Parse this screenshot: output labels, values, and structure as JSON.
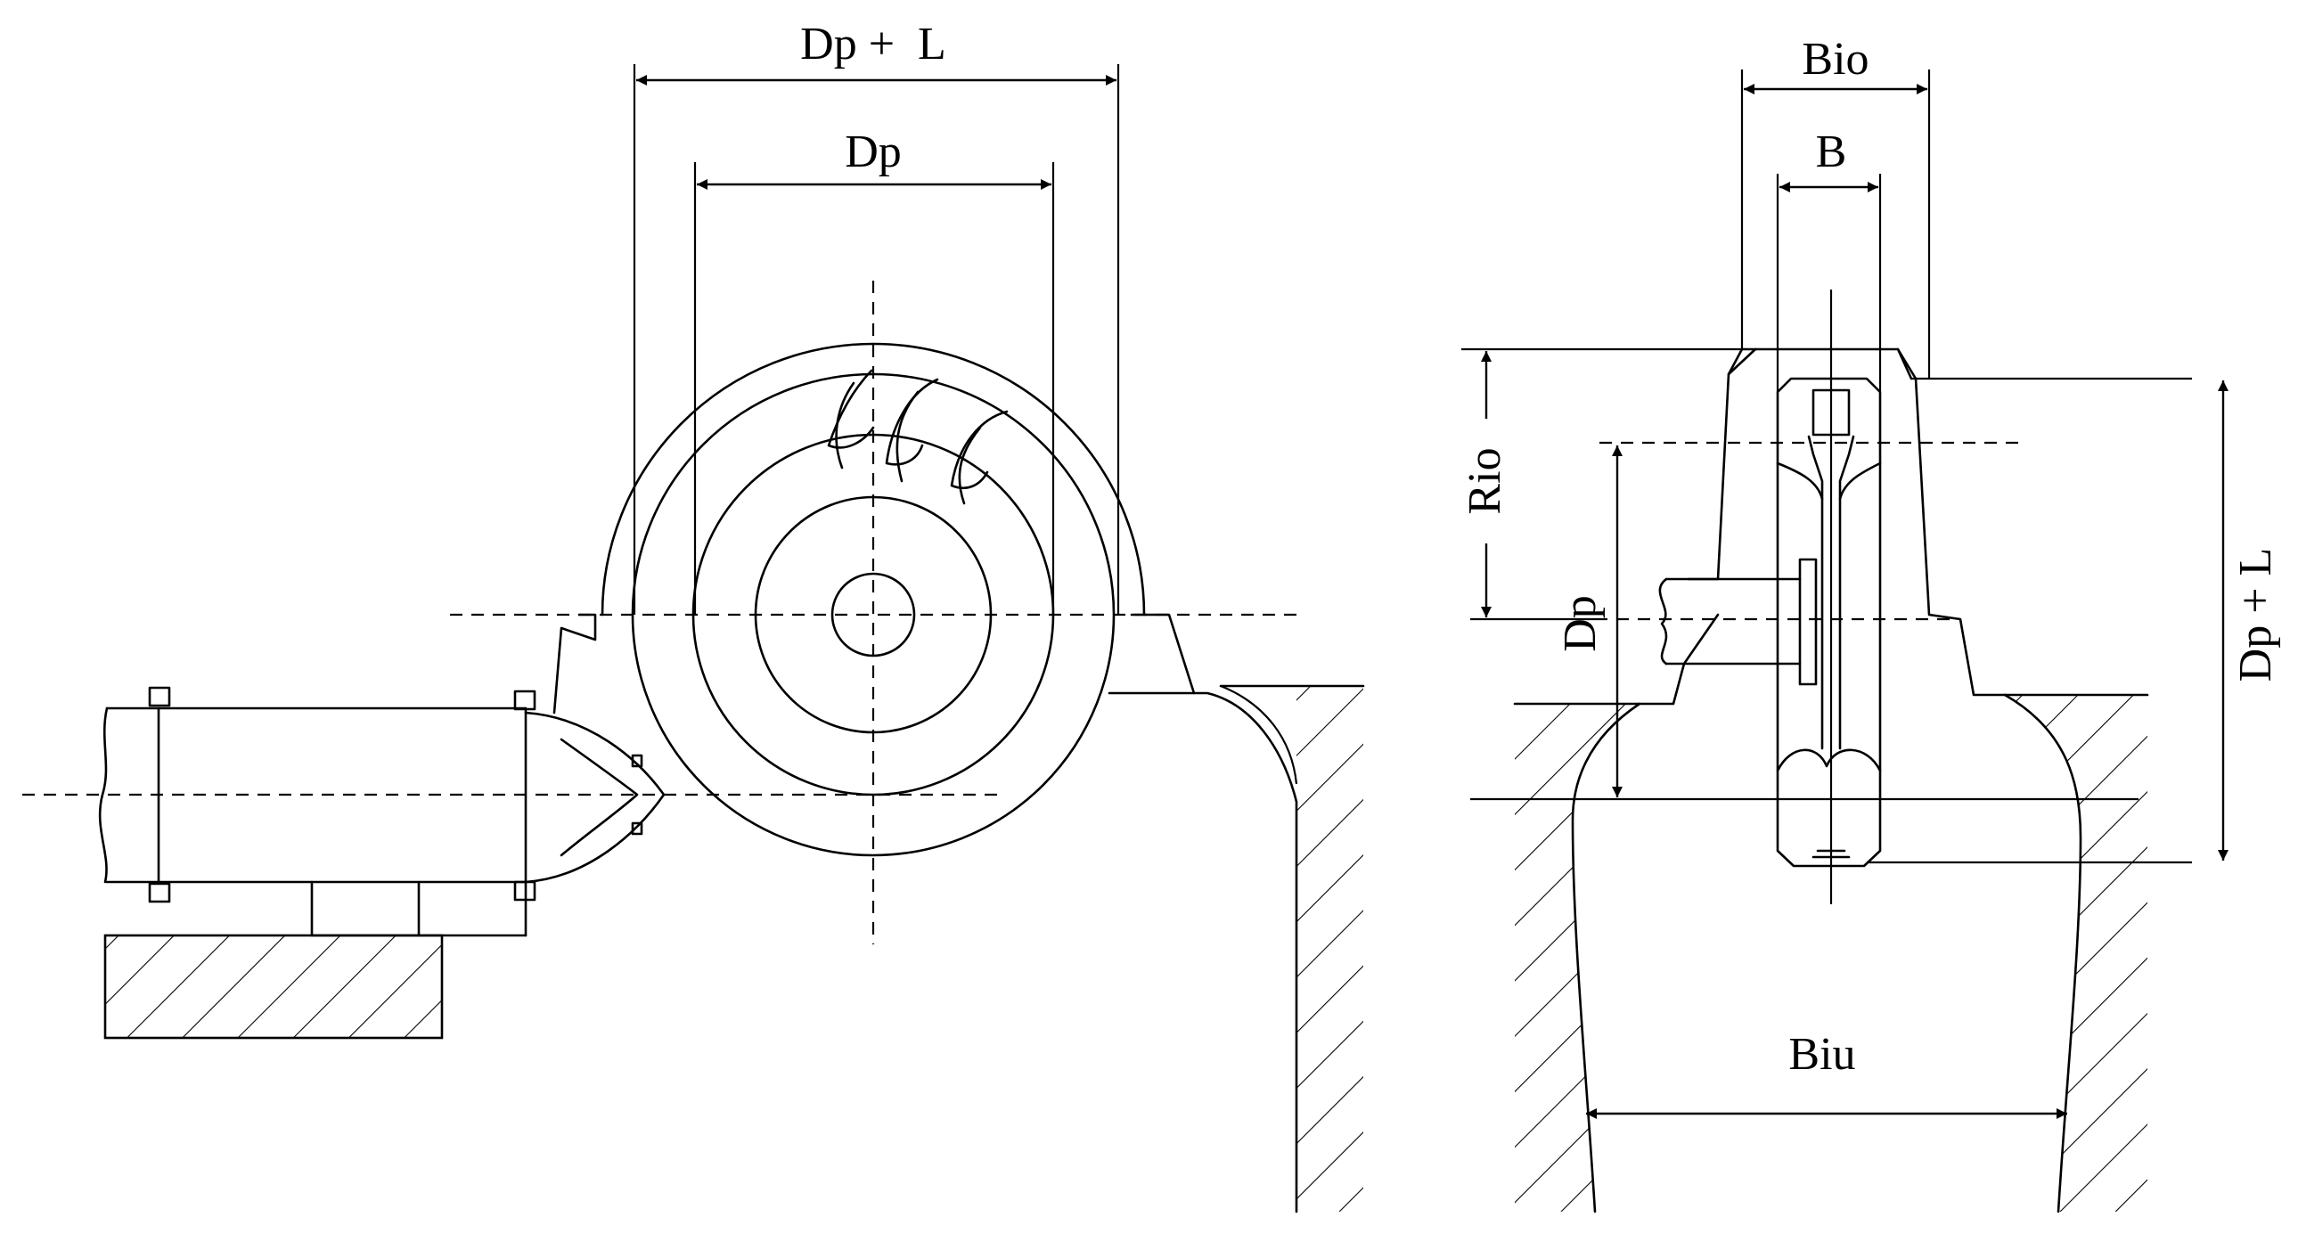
{
  "labels": {
    "dp_plus_l_top": "Dp +  L",
    "dp_top": "Dp",
    "bio": "Bio",
    "b": "B",
    "rio": "Rio",
    "dp_side": "Dp",
    "dp_plus_l_side": "Dp + L",
    "biu": "Biu"
  }
}
